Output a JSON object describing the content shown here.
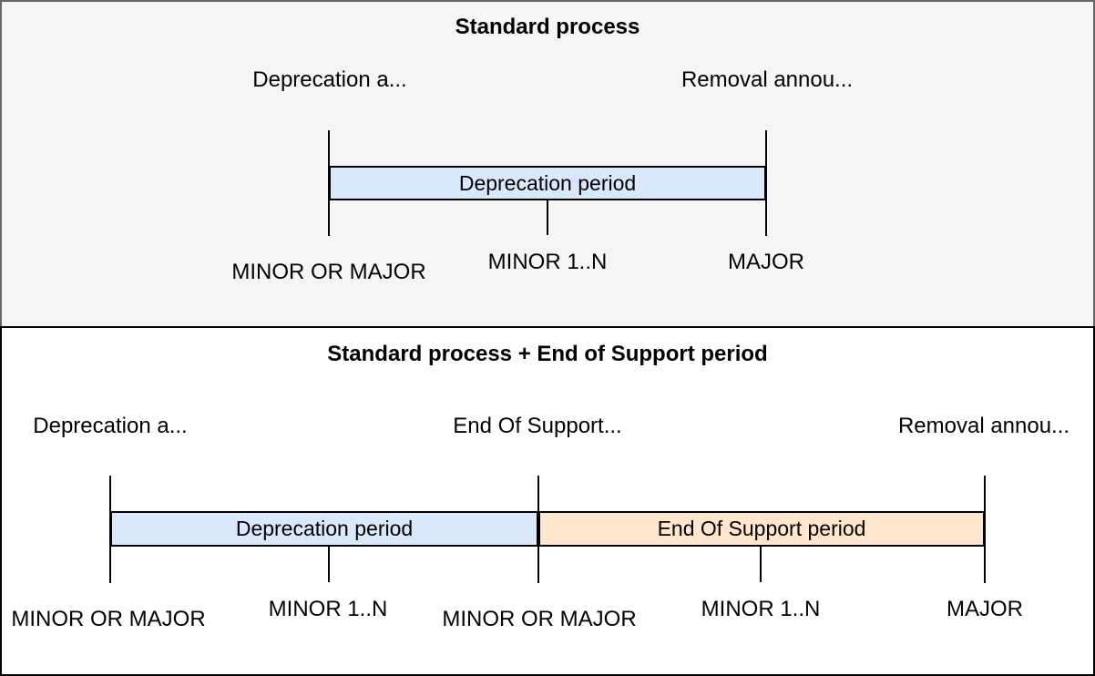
{
  "standard": {
    "title": "Standard process",
    "annotations": [
      "Deprecation a...",
      "Removal annou..."
    ],
    "bar": {
      "label": "Deprecation period",
      "fill": "#dae8fc"
    },
    "milestones": [
      "MINOR OR MAJOR",
      "MINOR 1..N",
      "MAJOR"
    ]
  },
  "extended": {
    "title": "Standard process + End of Support period",
    "annotations": [
      "Deprecation a...",
      "End Of Support...",
      "Removal annou..."
    ],
    "bars": [
      {
        "label": "Deprecation period",
        "fill": "#dae8fc"
      },
      {
        "label": "End Of Support period",
        "fill": "#ffe6cc"
      }
    ],
    "milestones": [
      "MINOR OR MAJOR",
      "MINOR 1..N",
      "MINOR OR MAJOR",
      "MINOR 1..N",
      "MAJOR"
    ]
  },
  "colors": {
    "top_panel_bg": "#f5f5f5",
    "top_panel_border": "#666666",
    "bottom_panel_bg": "#ffffff",
    "bottom_panel_border": "#000000",
    "deprecation_fill": "#dae8fc",
    "end_of_support_fill": "#ffe6cc",
    "line": "#000000"
  }
}
